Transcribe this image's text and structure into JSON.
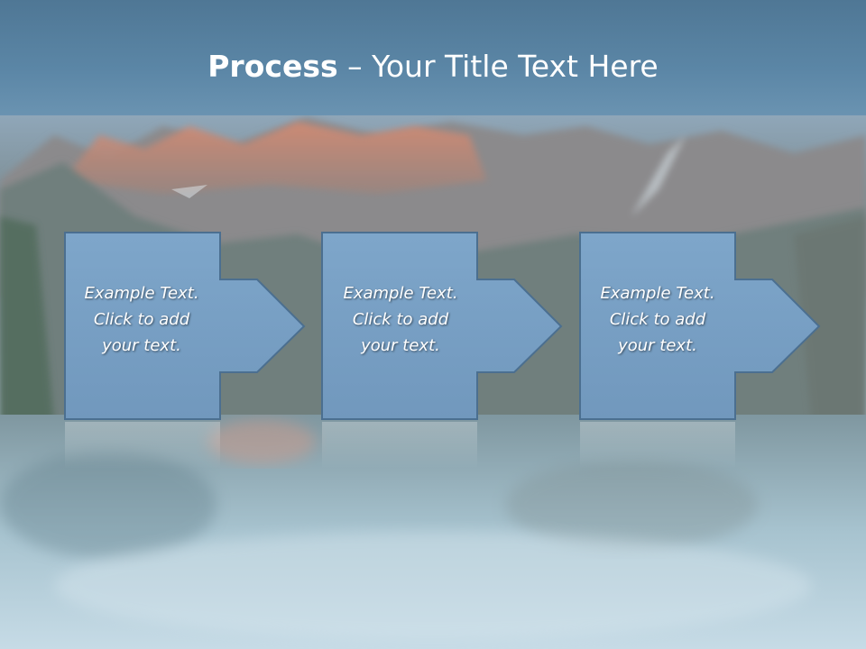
{
  "slide": {
    "title_bold": "Process",
    "title_rest": " – Your Title Text Here"
  },
  "colors": {
    "title_band": "#5b86a6",
    "box_fill": "#7ea4c7",
    "box_stroke": "#4b6f90",
    "text": "#ffffff"
  },
  "steps": [
    {
      "text": "Example Text.\nClick  to add\nyour text."
    },
    {
      "text": "Example Text.\nClick  to add\nyour text."
    },
    {
      "text": "Example Text.\nClick  to add\nyour text."
    }
  ]
}
